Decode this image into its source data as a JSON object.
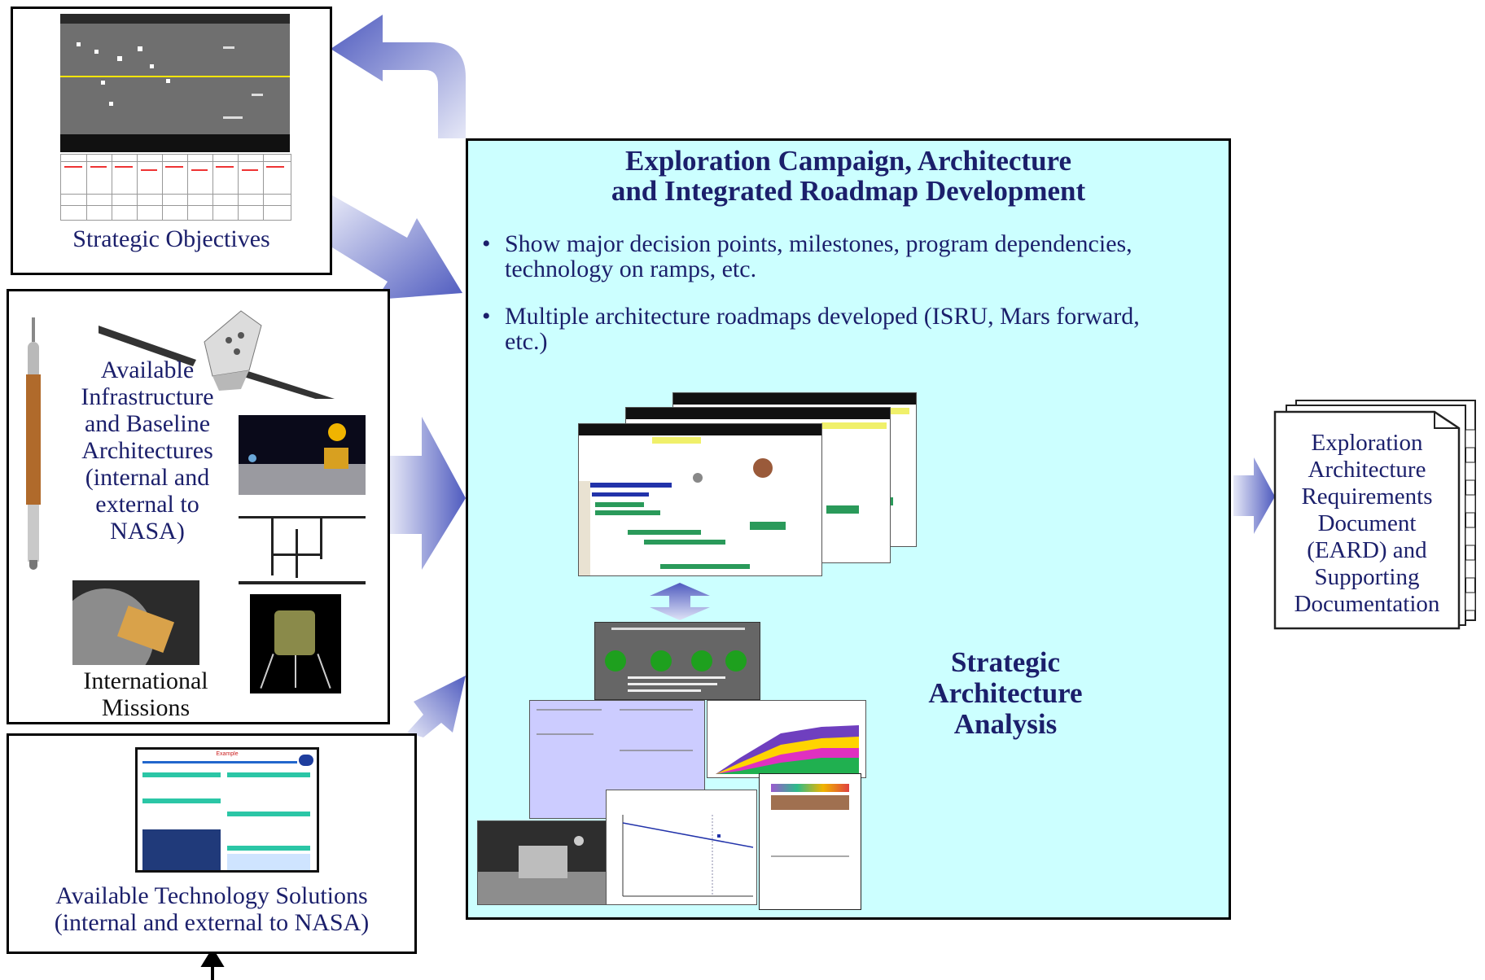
{
  "colors": {
    "navy": "#1b1f6b",
    "center_bg": "#ccffff",
    "arrow": "#5b66c6"
  },
  "strategic_objectives": {
    "caption": "Strategic Objectives"
  },
  "infrastructure": {
    "caption_lines": [
      "Available",
      "Infrastructure",
      "and Baseline",
      "Architectures",
      "(internal and",
      "external to",
      "NASA)"
    ]
  },
  "international": {
    "caption_lines": [
      "International",
      "Missions"
    ]
  },
  "technology": {
    "caption_lines": [
      "Available Technology Solutions",
      "(internal and external to NASA)"
    ],
    "thumb_title": "Example"
  },
  "center": {
    "title_lines": [
      "Exploration Campaign, Architecture",
      "and Integrated Roadmap Development"
    ],
    "bullets": [
      {
        "line1": "Show major decision points, milestones, program dependencies,",
        "line2": "technology on ramps, etc."
      },
      {
        "line1": "Multiple architecture roadmaps developed (ISRU, Mars forward,",
        "line2": "etc.)"
      }
    ],
    "analysis_lines": [
      "Strategic Architecture",
      "Analysis"
    ]
  },
  "eard": {
    "caption_lines": [
      "Exploration",
      "Architecture",
      "Requirements",
      "Document",
      "(EARD) and",
      "Supporting",
      "Documentation"
    ]
  },
  "icons": [
    "launch-vehicle-icon",
    "crew-capsule-icon",
    "lunar-lander-icon",
    "rover-icon"
  ]
}
